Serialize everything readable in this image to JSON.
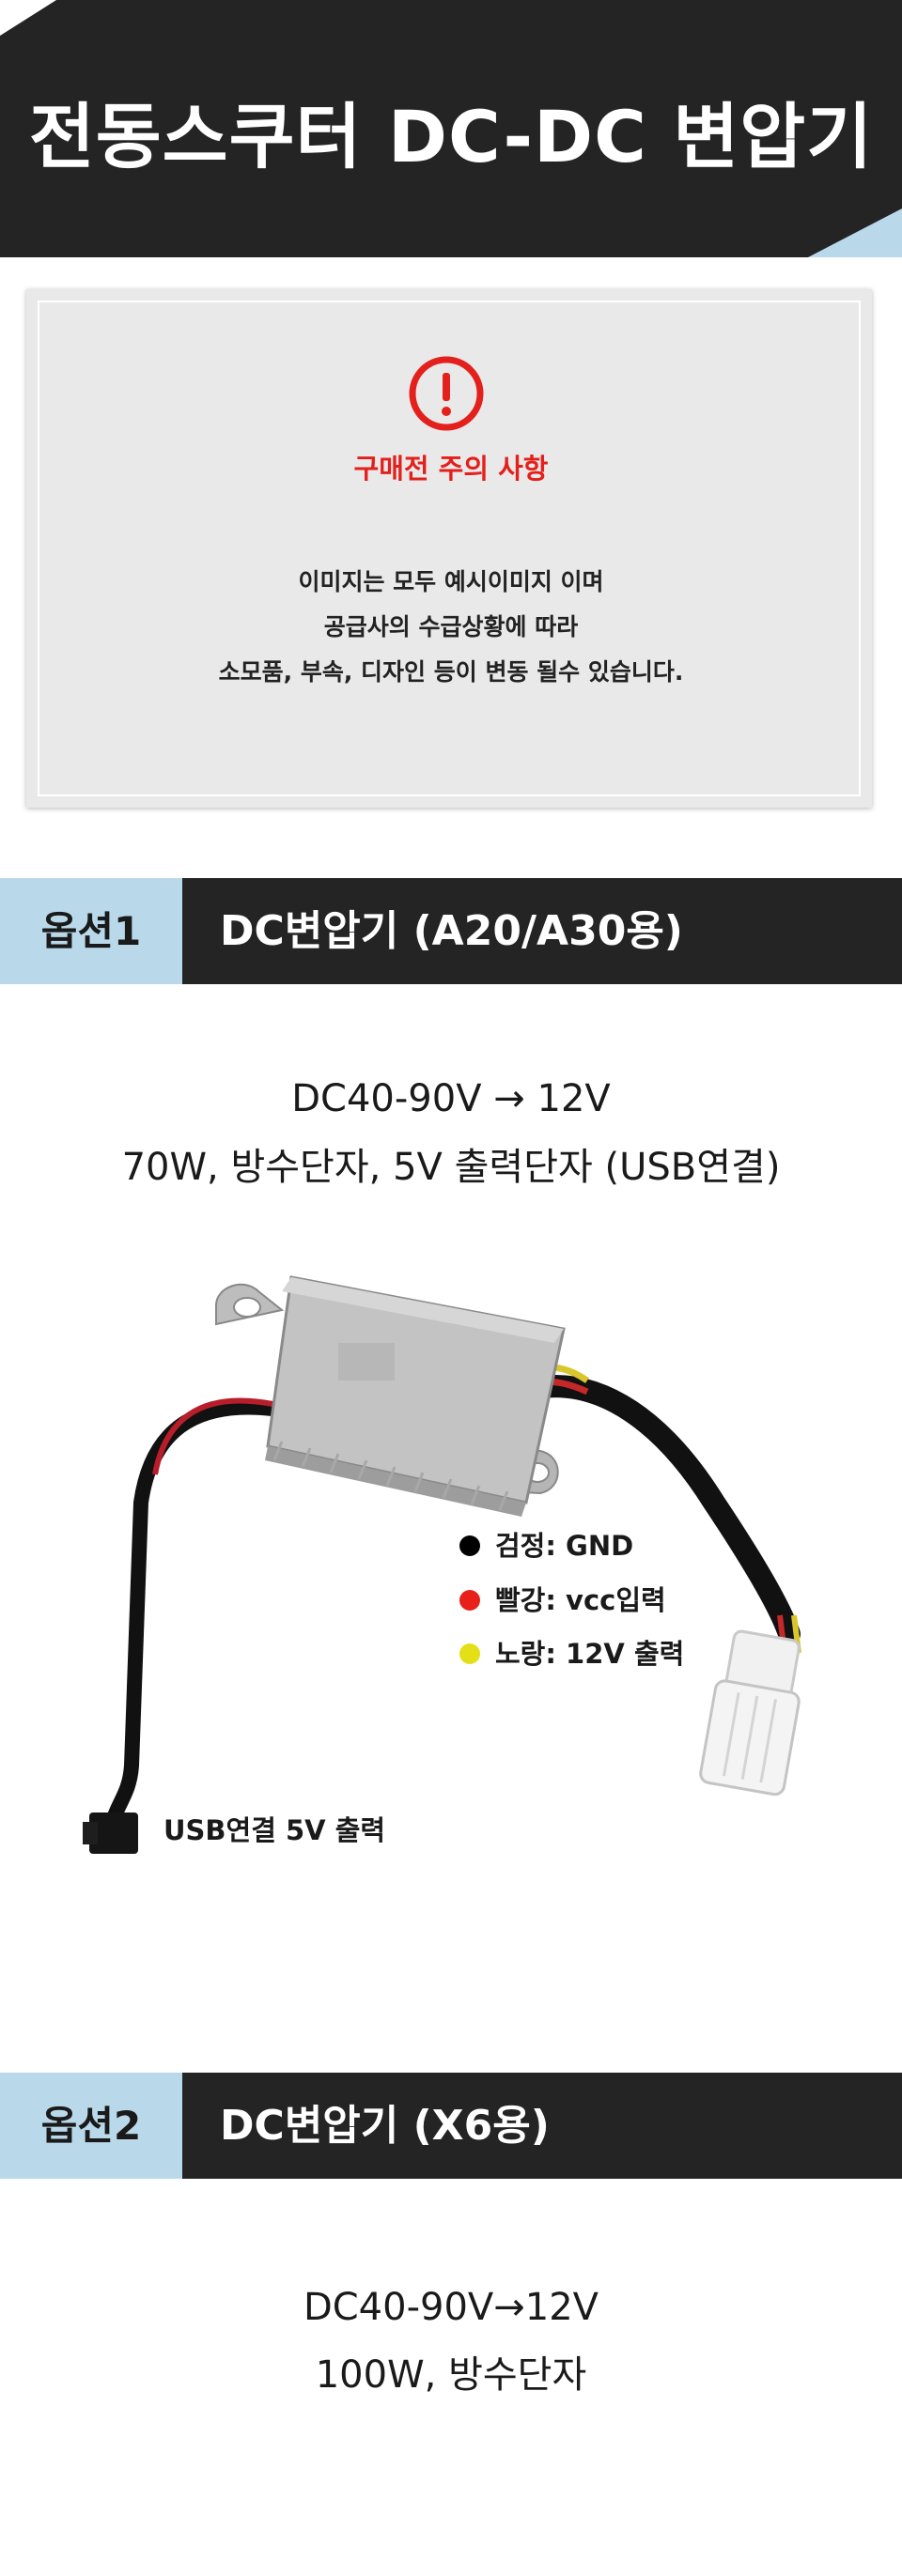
{
  "header": {
    "title": "전동스쿠터 DC-DC 변압기"
  },
  "notice": {
    "title": "구매전 주의 사항",
    "lines": [
      "이미지는 모두 예시이미지 이며",
      "공급사의 수급상황에 따라",
      "소모품, 부속, 디자인 등이 변동 될수 있습니다."
    ],
    "icon": "warning-circle-icon",
    "accent_color": "#e3201b"
  },
  "option1": {
    "tag": "옵션1",
    "title": "DC변압기 (A20/A30용)",
    "spec_line1": "DC40-90V → 12V",
    "spec_line2": "70W, 방수단자, 5V 출력단자 (USB연결)",
    "legend": [
      {
        "label": "검정: GND",
        "color": "#000000"
      },
      {
        "label": "빨강: vcc입력",
        "color": "#e8201a"
      },
      {
        "label": "노랑: 12V 출력",
        "color": "#e3e018"
      }
    ],
    "usb_label": "USB연결 5V 출력"
  },
  "option2": {
    "tag": "옵션2",
    "title": "DC변압기 (X6용)",
    "spec_line1": "DC40-90V→12V",
    "spec_line2": "100W, 방수단자"
  },
  "colors": {
    "dark": "#242424",
    "light_blue": "#b9d9ea"
  }
}
